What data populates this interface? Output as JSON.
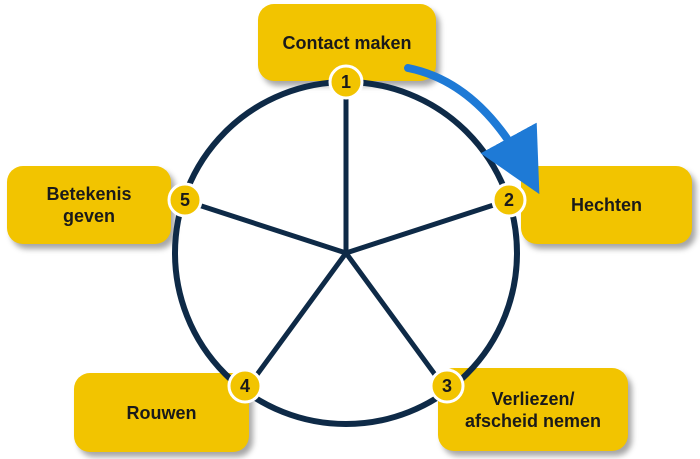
{
  "stages": [
    {
      "number": "1",
      "label": "Contact maken"
    },
    {
      "number": "2",
      "label": "Hechten"
    },
    {
      "number": "3",
      "label": "Verliezen/\nafscheid nemen"
    },
    {
      "number": "4",
      "label": "Rouwen"
    },
    {
      "number": "5",
      "label": "Betekenis\ngeven"
    }
  ],
  "colors": {
    "box": "#f2c400",
    "circle": "#0e2a47",
    "arrow": "#1e7ad6"
  }
}
